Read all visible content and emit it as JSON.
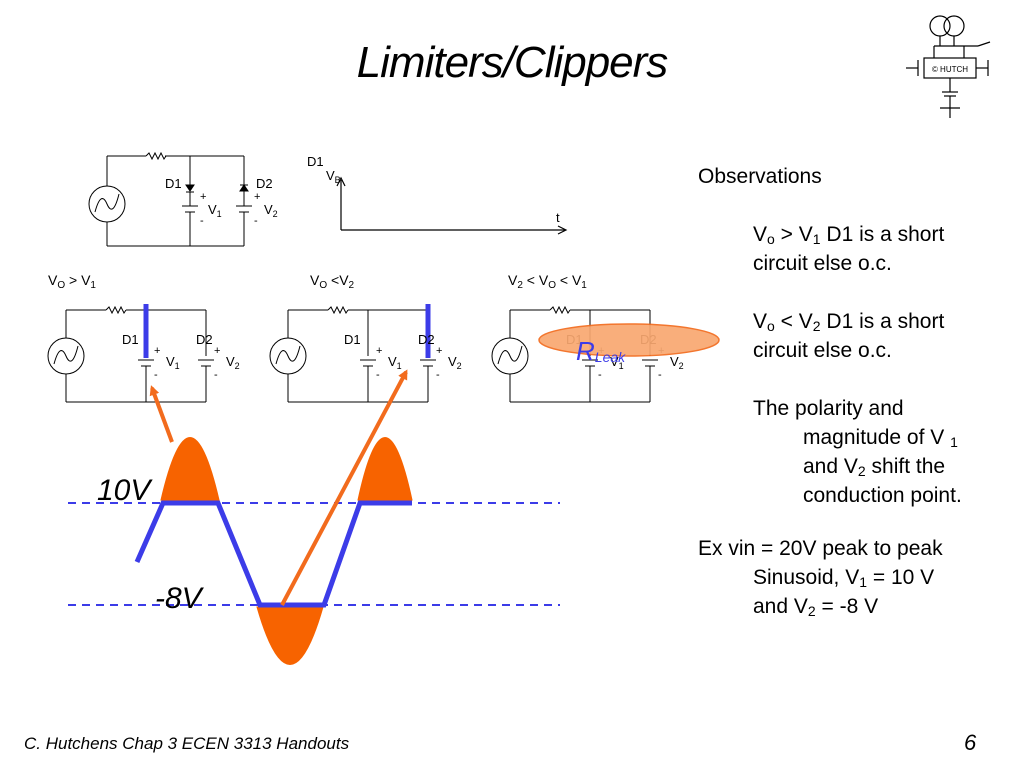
{
  "slide": {
    "title": "Limiters/Clippers",
    "footer": "C. Hutchens Chap 3 ECEN 3313 Handouts",
    "page_number": "6"
  },
  "observations": {
    "heading": "Observations",
    "obs1": {
      "a": "V",
      "sub1": "o",
      "b": " > V",
      "sub2": "1",
      "c": " D1 is a short",
      "line2": "circuit else o.c."
    },
    "obs2": {
      "a": "V",
      "sub1": "o",
      "b": " < V",
      "sub2": "2",
      "c": " D1 is a short",
      "line2": "circuit else o.c."
    },
    "obs3": {
      "line1": "The polarity and",
      "line2a": "magnitude of V ",
      "line2sub": "1",
      "line3a": "and V",
      "line3sub": "2",
      "line3b": " shift the",
      "line4": "conduction point."
    },
    "example": {
      "line1": "Ex  vin = 20V peak to peak",
      "line2a": "Sinusoid, V",
      "line2sub": "1",
      "line2b": " = 10 V",
      "line3a": "and V",
      "line3sub": "2",
      "line3b": " = -8 V"
    }
  },
  "circuit_labels": {
    "d1": "D1",
    "d2": "D2",
    "v": "V",
    "sub1": "1",
    "sub2": "2",
    "plus": "+",
    "minus": "-",
    "graph_d1": "D1",
    "graph_vb": "V",
    "graph_vb_sub": "B",
    "graph_t": "t"
  },
  "case_labels": {
    "case1": {
      "a": "V",
      "sub1": "O",
      "b": " > V",
      "sub2": "1"
    },
    "case2": {
      "a": "V",
      "sub1": "O",
      "b": " <V",
      "sub2": "2"
    },
    "case3": {
      "a": "V",
      "sub1": "2",
      "b": " < V",
      "sub2": "O",
      "c": " < V",
      "sub3": "1"
    }
  },
  "rleak": {
    "a": "R",
    "sub": "Leak"
  },
  "waveform": {
    "upper_level": "10V",
    "lower_level": "-8V"
  },
  "colors": {
    "clip_fill": "#f76300",
    "wave_line": "#3c3ce8",
    "arrow": "#f26b1d",
    "rleak_ellipse": "#f9a870",
    "dashed": "#3c3ce8"
  },
  "logo": {
    "text": "© HUTCH"
  }
}
